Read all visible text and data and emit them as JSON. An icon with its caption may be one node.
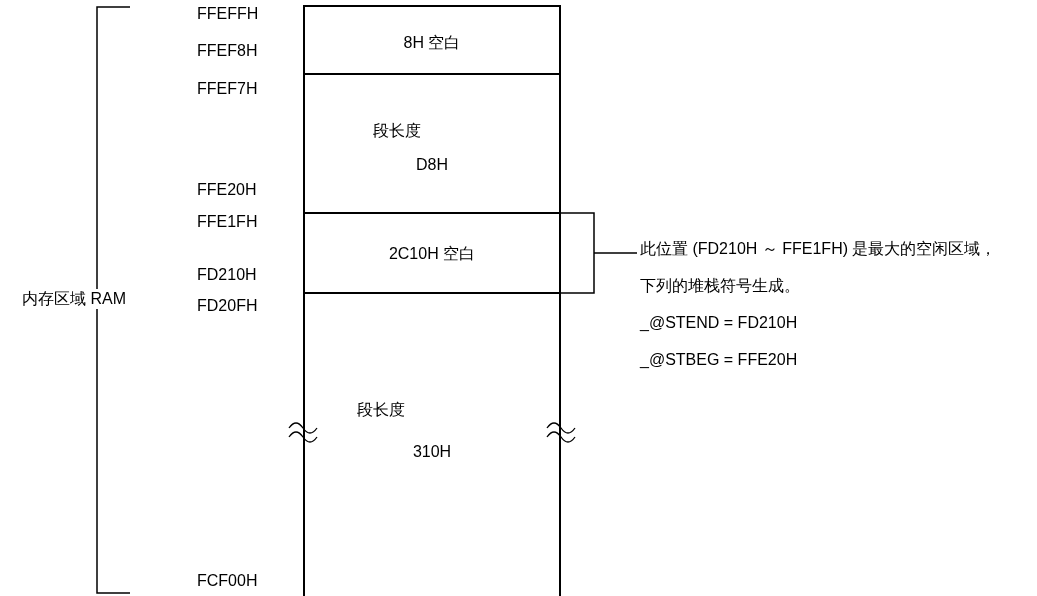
{
  "diagram": {
    "nodes": [
      {
        "text": [
          "8H 空白"
        ]
      },
      {
        "text": [
          "段长度",
          "D8H"
        ]
      },
      {
        "text": [
          "2C10H 空白"
        ]
      },
      {
        "text": [
          "段长度",
          "310H"
        ]
      },
      {
        "text": [
          "此位置 (FD210H ～ FFE1FH) 是最大的空闲区域，",
          "下列的堆栈符号生成。",
          "_@STEND = FD210H",
          "_@STBEG = FFE20H"
        ]
      }
    ],
    "edges": [
      {
        "from": 4,
        "to": 2,
        "arrow": "none"
      }
    ],
    "labels": [
      "FFEFFH",
      "FFEF8H",
      "FFEF7H",
      "FFE20H",
      "FFE1FH",
      "FD210H",
      "内存区域 RAM",
      "FD20FH",
      "FCF00H"
    ]
  }
}
